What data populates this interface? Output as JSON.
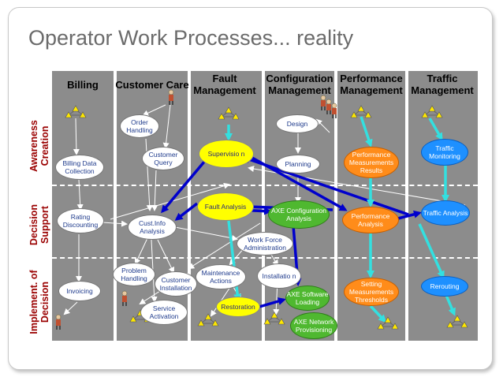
{
  "title": "Operator Work Processes... reality",
  "columns": [
    "Billing",
    "Customer Care",
    "Fault Management",
    "Configuration Management",
    "Performance Management",
    "Traffic Management"
  ],
  "rows": [
    "Awareness Creation",
    "Decision Support",
    "Implement. of Decision"
  ],
  "nodes": {
    "order_handling": "Order Handling",
    "customer_query": "Customer Query",
    "supervision": "Supervisio n",
    "design": "Design",
    "planning": "Planning",
    "perf_results": "Performance Measurements Results",
    "traffic_monitoring": "Traffic Monitoring",
    "billing_data": "Billing Data Collection",
    "rating": "Rating Discounting",
    "cust_info": "Cust.Info Analysis",
    "fault_analysis": "Fault Analysis",
    "axe_config": "AXE Configuration Analysis",
    "perf_analysis": "Performance Analysis",
    "traffic_analysis": "Traffic Analysis",
    "work_force": "Work Force Administration",
    "problem_handling": "Problem Handling",
    "customer_install": "Customer Installation",
    "maintenance": "Maintenance Actions",
    "installation": "Installatio n",
    "invoicing": "Invoicing",
    "service_activation": "Service Activation",
    "restoration": "Restoration",
    "axe_software": "AXE Software Loading",
    "axe_network": "AXE Network Provisioning",
    "setting_thresholds": "Setting Measurements Thresholds",
    "rerouting": "Rerouting"
  },
  "colors": {
    "lane": "#8c8c8c",
    "row_label": "#9a0000",
    "node_text": "#1f3b8c",
    "yellow": "#ffff00",
    "green": "#4fb830",
    "orange": "#ff8c1a",
    "blue": "#1e90ff",
    "arrow_blue": "#0000cc",
    "arrow_cyan": "#33e0e0"
  },
  "icons": [
    "network-icon",
    "person-icon"
  ]
}
